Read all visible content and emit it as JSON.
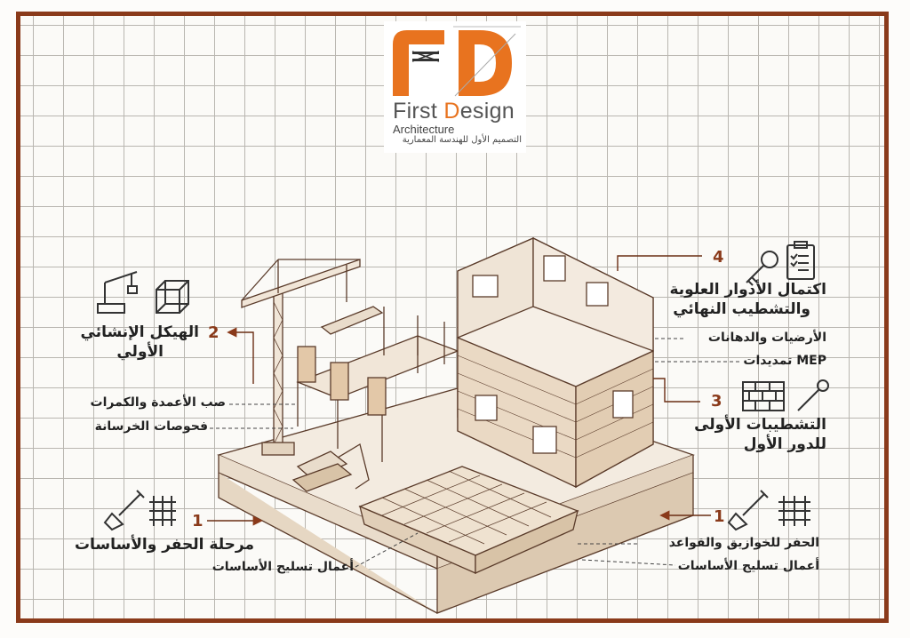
{
  "logo": {
    "brand_first": "First",
    "brand_d": "D",
    "brand_rest": "esign",
    "subtitle": "Architecture",
    "arabic": "التصميم الأول للهندسة المعمارية",
    "colors": {
      "primary": "#e8731f",
      "dark": "#8a3a1a"
    }
  },
  "stages": {
    "stage1_left": {
      "number": "1",
      "title": "مرحلة الحفر والأساسات",
      "sub": "أعمال تسليح الأساسات"
    },
    "stage1_right": {
      "number": "1",
      "line1": "الحفر للخوازيق والقواعد",
      "line2": "أعمال تسليح الأساسات"
    },
    "stage2": {
      "number": "2",
      "title_line1": "الهيكل الإنشائي",
      "title_line2": "الأولي",
      "sub1": "صب الأعمدة والكمرات",
      "sub2": "فحوصات الخرسانة"
    },
    "stage3": {
      "number": "3",
      "title_line1": "التشطيبات الأولى",
      "title_line2": "للدور الأول"
    },
    "stage4": {
      "number": "4",
      "title_line1": "اكتمال الأدوار العلوية",
      "title_line2": "والتشطيب النهائي",
      "sub1": "الأرضيات والدهانات",
      "sub2": "تمديدات MEP"
    }
  },
  "icons": [
    "crane-icon",
    "cube-frame-icon",
    "key-icon",
    "clipboard-icon",
    "brick-wall-icon",
    "wrench-icon",
    "shovel-icon",
    "rebar-grid-icon",
    "arrow-icon"
  ]
}
